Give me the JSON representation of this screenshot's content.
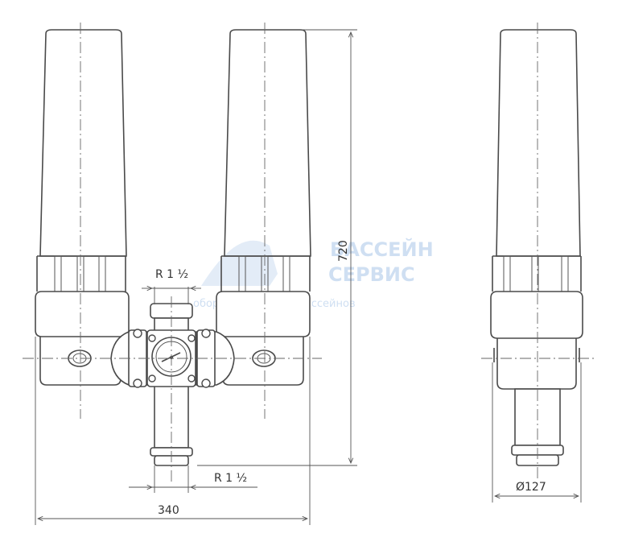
{
  "dimensions": {
    "height_label": "720",
    "width_label": "340",
    "diameter_label": "Ø127",
    "inlet_label": "R 1 ½",
    "outlet_label": "R 1 ½"
  },
  "watermark": {
    "line1": "БАССЕЙН",
    "line2": "СЕРВИС",
    "line3": "оборудование для бассейнов"
  }
}
